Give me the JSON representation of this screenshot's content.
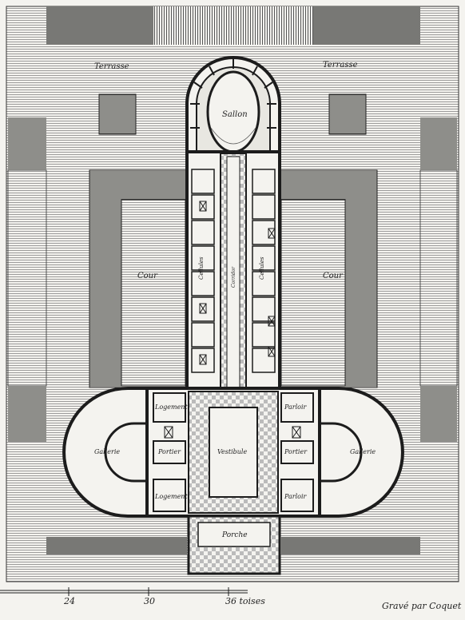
{
  "labels": {
    "terrasse_left": "Terrasse",
    "terrasse_right": "Terrasse",
    "sallon": "Sallon",
    "cour_left": "Cour",
    "cour_right": "Cour",
    "cellules_left": "Cellules",
    "cellules_right": "Cellules",
    "corridor": "Corridor",
    "logement_top": "Logement",
    "logement_bottom": "Logement",
    "parloir_top": "Parloir",
    "parloir_bottom": "Parloir",
    "gallerie_left": "Gallerie",
    "gallerie_right": "Gallerie",
    "portier_left": "Portier",
    "portier_right": "Portier",
    "vestibule": "Vestibule",
    "porche": "Porche"
  },
  "scale": {
    "t1": "24",
    "t2": "30",
    "t3": "36 toises"
  },
  "credit": "Gravé par Coquet",
  "colors": {
    "ink": "#1c1c1c",
    "paper": "#f4f3ef",
    "wall": "#2a2a2a"
  }
}
